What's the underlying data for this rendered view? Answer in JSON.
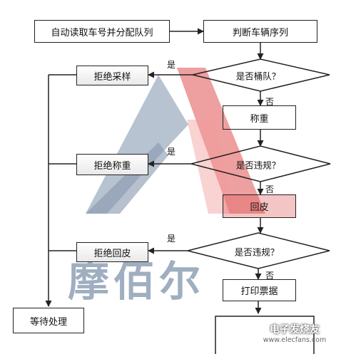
{
  "watermark": {
    "text": "摩佰尔",
    "color_left": "#7f93ab",
    "color_right": "#e05858"
  },
  "flowchart": {
    "auto_read": "自动读取车号并分配队列",
    "judge_sequence": "判断车辆序列",
    "is_bucket_team": "是否桶队？",
    "weigh": "称重",
    "is_violation_1": "是否违规？",
    "return_tare": "回皮",
    "is_violation_2": "是否违规？",
    "print_receipt": "打印票据",
    "reject_sampling": "拒绝采样",
    "reject_weighing": "拒绝称重",
    "reject_return": "拒绝回皮",
    "wait_processing": "等待处理",
    "yes": "是",
    "no": "否"
  },
  "source_watermark": {
    "text": "电子发烧友",
    "url": "www.elecfans.com"
  }
}
